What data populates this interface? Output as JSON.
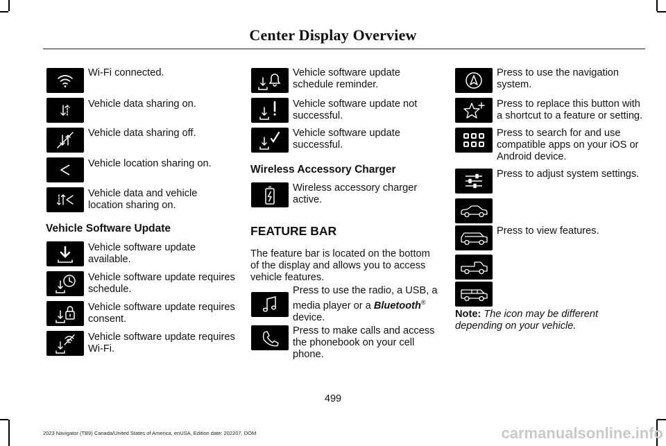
{
  "page": {
    "title": "Center Display Overview",
    "page_number": "499",
    "footer": "2023 Navigator (TB9) Canada/United States of America, enUSA, Edition date: 202207, DOM",
    "watermark": "carmanualsonline.info"
  },
  "col1": {
    "items": [
      {
        "text": "Wi-Fi connected.",
        "icon": "wifi-icon"
      },
      {
        "text": "Vehicle data sharing on.",
        "icon": "data-sharing-on-icon"
      },
      {
        "text": "Vehicle data sharing off.",
        "icon": "data-sharing-off-icon"
      },
      {
        "text": "Vehicle location sharing on.",
        "icon": "location-sharing-icon"
      },
      {
        "text": "Vehicle data and vehicle location sharing on.",
        "icon": "data-location-sharing-icon"
      }
    ],
    "heading": "Vehicle Software Update",
    "update_items": [
      {
        "text": "Vehicle software update available.",
        "icon": "download-icon"
      },
      {
        "text": "Vehicle software update requires schedule.",
        "icon": "download-clock-icon"
      },
      {
        "text": "Vehicle software update requires consent.",
        "icon": "download-lock-icon"
      },
      {
        "text": "Vehicle software update requires Wi-Fi.",
        "icon": "download-wifi-icon"
      }
    ]
  },
  "col2": {
    "items": [
      {
        "text": "Vehicle software update schedule reminder.",
        "icon": "download-bell-icon"
      },
      {
        "text": "Vehicle software update not successful.",
        "icon": "download-exclamation-icon"
      },
      {
        "text": "Vehicle software update successful.",
        "icon": "download-check-icon"
      }
    ],
    "wireless_heading": "Wireless Accessory Charger",
    "wireless_item": {
      "text": "Wireless accessory charger active.",
      "icon": "battery-charging-icon"
    },
    "feature_heading": "FEATURE BAR",
    "feature_intro": "The feature bar is located on the bottom of the display and allows you to access vehicle features.",
    "radio_text_a": "Press to use the radio, a USB, a media player or a ",
    "radio_text_brand": "Bluetooth",
    "radio_text_reg": "®",
    "radio_text_b": " device.",
    "phone_text": "Press to make calls and access the phonebook on your cell phone."
  },
  "col3": {
    "nav_text": "Press to use the navigation system.",
    "star_text": "Press to replace this button with a shortcut to a feature or setting.",
    "apps_text": "Press to search for and use compatible apps on your iOS or Android device.",
    "settings_text": "Press to adjust system settings.",
    "features_text": "Press to view features.",
    "note_label": "Note:",
    "note_text": " The icon may be different depending on your vehicle."
  }
}
